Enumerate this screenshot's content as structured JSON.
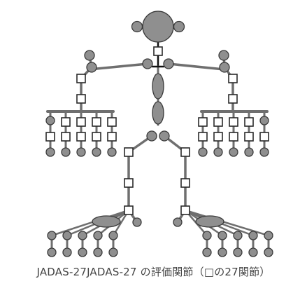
{
  "caption": "JADAS-27JADAS-27 の評価関節（□の27関節）",
  "colors": {
    "bone": "#6f6f6f",
    "joint_fill": "#8f8f8f",
    "joint_stroke": "#3a3a3a",
    "box_fill": "#ffffff",
    "box_stroke": "#2a2a2a",
    "neck_line": "#111111"
  },
  "icons": {
    "round_joint": "circle",
    "evaluated_joint": "square"
  }
}
